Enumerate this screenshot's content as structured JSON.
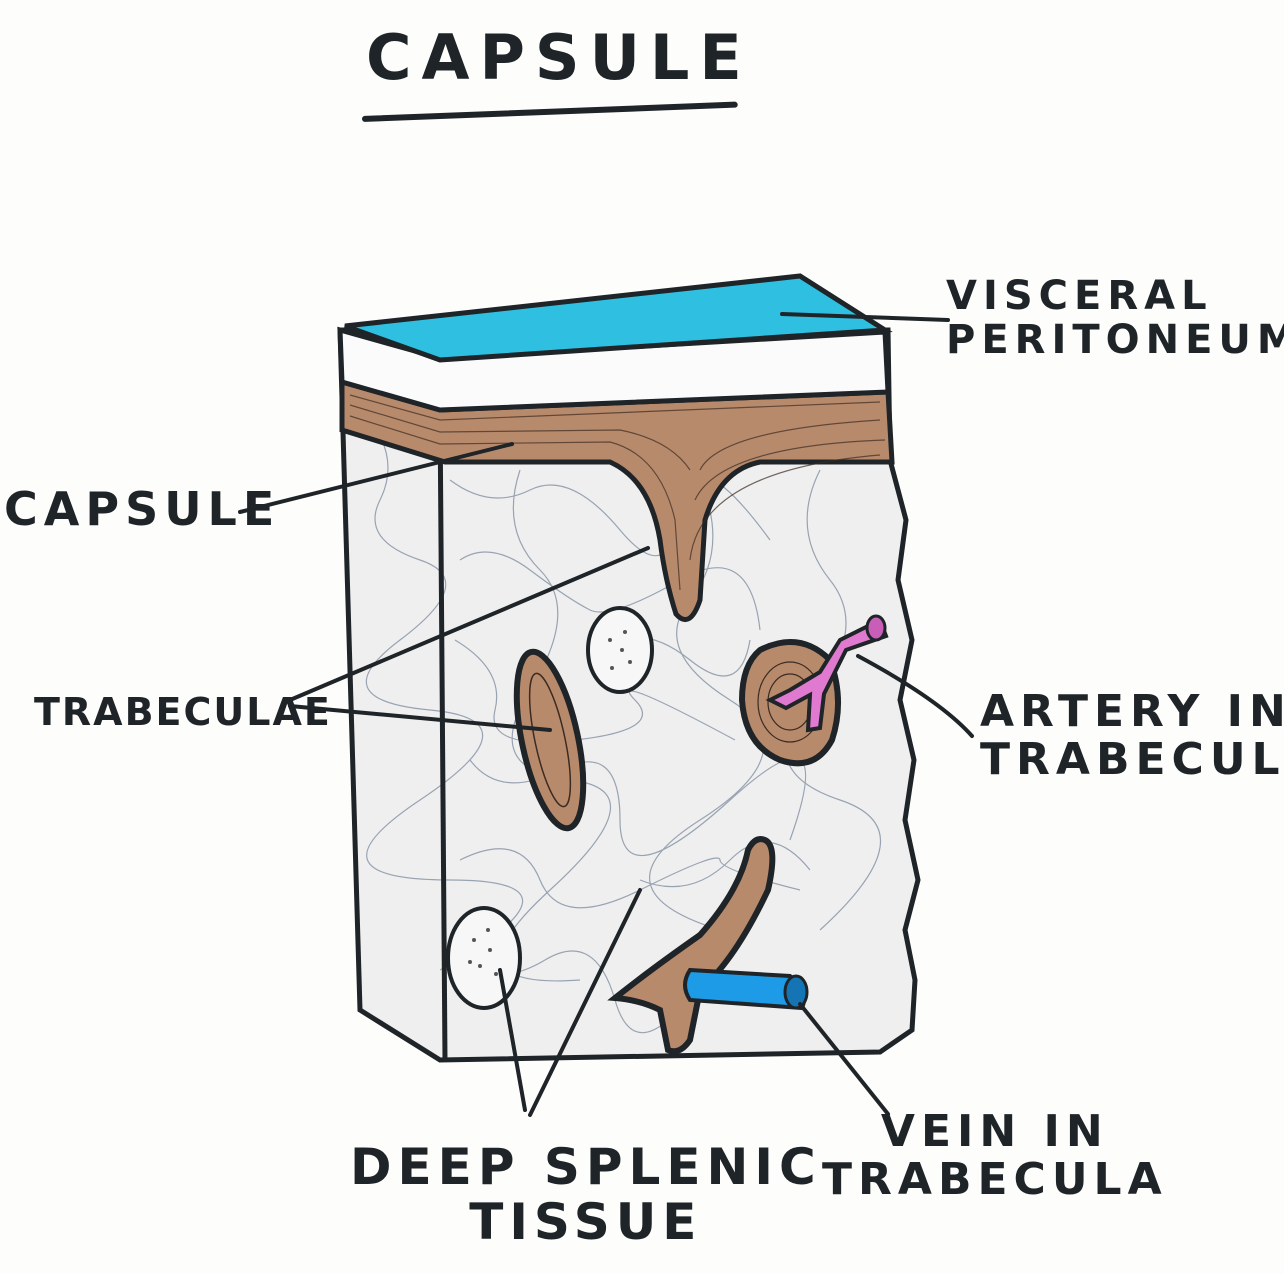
{
  "title": "CAPSULE",
  "labels": {
    "visceral_line1": "VISCERAL",
    "visceral_line2": "PERITONEUM",
    "capsule": "CAPSULE",
    "trabeculae": "TRABECULAE",
    "artery_line1": "ARTERY IN",
    "artery_line2": "TRABECULA",
    "vein_line1": "VEIN IN",
    "vein_line2": "TRABECULA",
    "deep_line1": "DEEP SPLENIC",
    "deep_line2": "TISSUE"
  },
  "colors": {
    "ink": "#1f2428",
    "peritoneum": "#2fbfe0",
    "capsule": "#b88a6c",
    "artery": "#e07ad0",
    "vein": "#1e9be6",
    "tissue_lines": "#8a96a8"
  }
}
